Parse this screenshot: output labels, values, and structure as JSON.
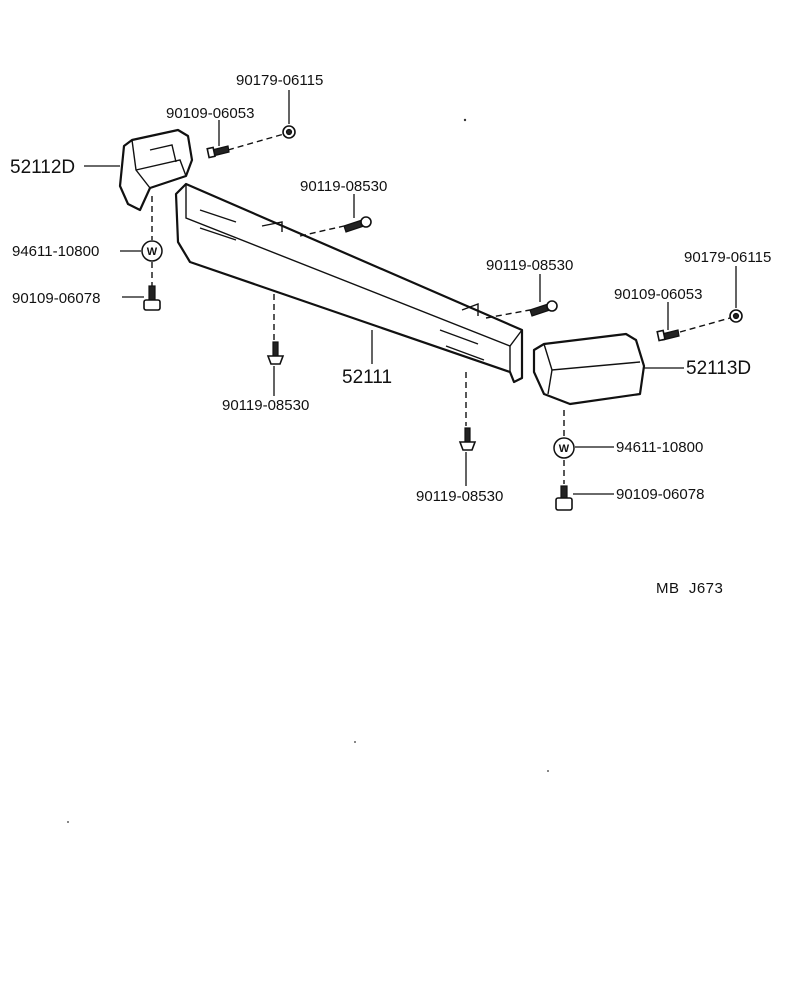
{
  "parts": {
    "left_nut_top": "90179-06115",
    "left_bolt_top": "90109-06053",
    "left_end": "52112D",
    "center_bolt_top": "90119-08530",
    "left_washer": "94611-10800",
    "left_bolt_bottom": "90109-06078",
    "right_bolt_upper": "90119-08530",
    "right_nut_top": "90179-06115",
    "right_bolt_top": "90109-06053",
    "right_end": "52113D",
    "bumper_bar": "52111",
    "center_bolt_bottom_left": "90119-08530",
    "right_washer": "94611-10800",
    "center_bolt_bottom_right": "90119-08530",
    "right_bolt_bottom": "90109-06078"
  },
  "washer_mark": "W",
  "reference_code": "MB  J673"
}
